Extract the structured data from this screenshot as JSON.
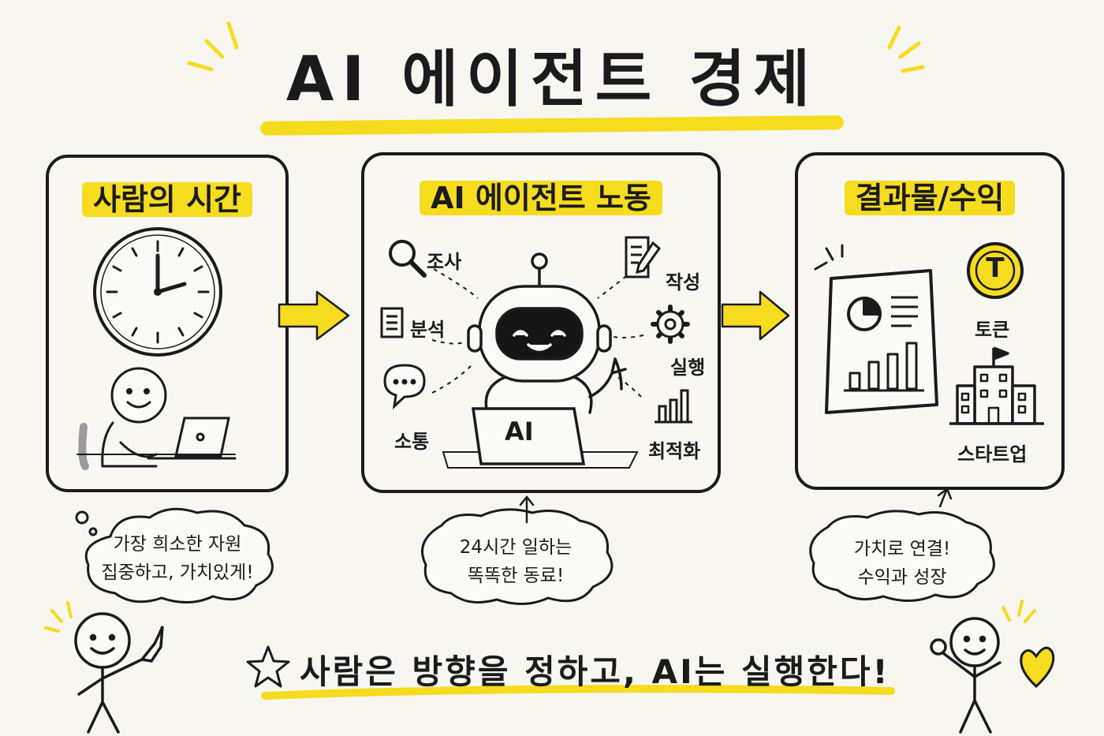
{
  "title": "AI 에이전트 경제",
  "panels": {
    "human": {
      "title": "사람의 시간"
    },
    "agent": {
      "title": "AI 에이전트 노동",
      "laptop_label": "AI",
      "tasks": {
        "research": "조사",
        "analysis": "분석",
        "communication": "소통",
        "writing": "작성",
        "execution": "실행",
        "optimization": "최적화"
      }
    },
    "result": {
      "title": "결과물/수익",
      "coin_letter": "T",
      "token": "토큰",
      "startup": "스타트업"
    }
  },
  "clouds": {
    "human": [
      "가장 희소한 자원",
      "집중하고, 가치있게!"
    ],
    "agent": [
      "24시간 일하는",
      "똑똑한 동료!"
    ],
    "result": [
      "가치로 연결!",
      "수익과 성장"
    ]
  },
  "bottom_message": "사람은 방향을 정하고, AI는 실행한다!",
  "colors": {
    "highlight": "#f5dc1e",
    "ink": "#1b1b1b",
    "paper": "#f7f6f1"
  }
}
